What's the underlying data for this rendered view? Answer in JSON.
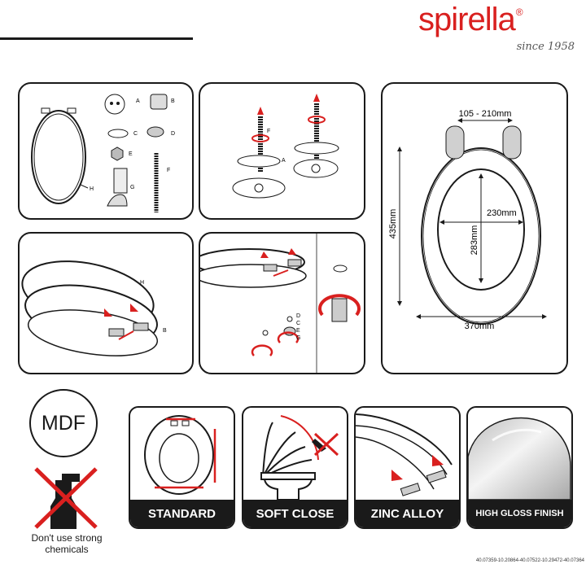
{
  "brand": {
    "logo": "spirella",
    "registered": "®",
    "tagline": "since 1958",
    "color": "#d9201f"
  },
  "parts": [
    "A",
    "B",
    "C",
    "D",
    "E",
    "F",
    "G",
    "H"
  ],
  "dimensions": {
    "hinge_span": "105 - 210mm",
    "inner_width": "230mm",
    "inner_height": "283mm",
    "outer_height": "435mm",
    "outer_width": "370mm"
  },
  "material_label": "MDF",
  "warning": {
    "line1": "Don't use strong",
    "line2": "chemicals",
    "icon": "no-spray-icon"
  },
  "features": [
    {
      "label": "STANDARD",
      "icon": "seat-dimensions-icon"
    },
    {
      "label": "SOFT CLOSE",
      "icon": "soft-close-icon"
    },
    {
      "label": "ZINC ALLOY",
      "icon": "zinc-hinge-icon"
    },
    {
      "label": "HIGH GLOSS FINISH",
      "icon": "gloss-lid-icon"
    }
  ],
  "product_codes": "40.07359-10.20864-40.07522-10.29472-40.07364",
  "colors": {
    "ink": "#1a1a1a",
    "accent": "#d9201f"
  }
}
